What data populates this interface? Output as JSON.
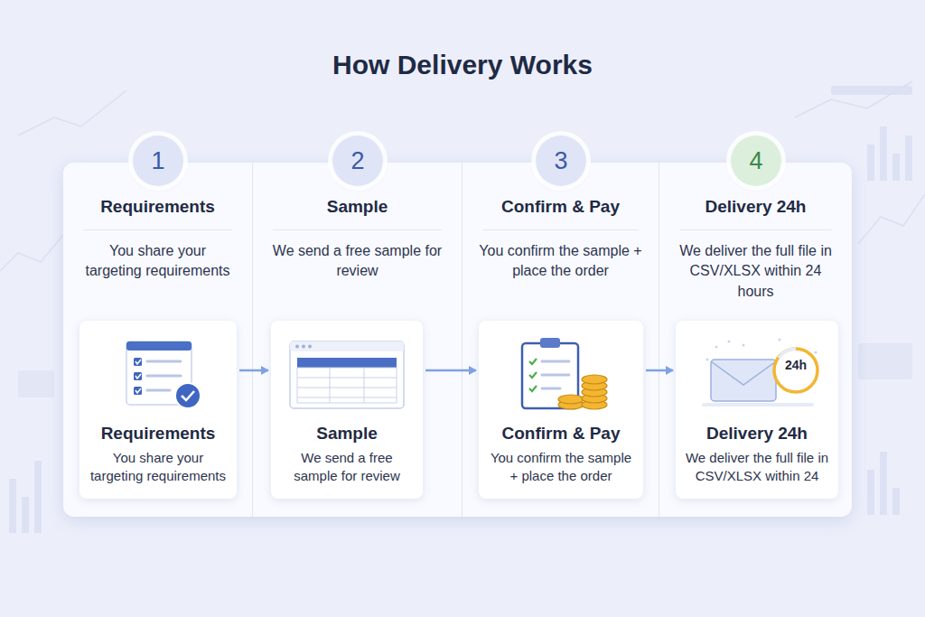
{
  "diagram": {
    "title": "How Delivery Works",
    "nodes": [
      {
        "text": [
          "Requirements",
          "You share your targeting requirements"
        ]
      },
      {
        "text": [
          "1"
        ],
        "in": 0
      },
      {
        "text": [
          "Requirements",
          "You share your targeting requirements"
        ],
        "in": 0
      },
      {
        "text": [
          "Sample",
          "We send a free sample for review"
        ]
      },
      {
        "text": [
          "2"
        ],
        "in": 3
      },
      {
        "text": [
          "Sample",
          "We send a free sample for review"
        ],
        "in": 3
      },
      {
        "text": [
          "Confirm & Pay",
          "You confirm the sample + place the order"
        ]
      },
      {
        "text": [
          "3"
        ],
        "in": 6
      },
      {
        "text": [
          "Confirm & Pay",
          "You confirm the sample + place the order"
        ],
        "in": 6
      },
      {
        "text": [
          "Delivery 24h",
          "We deliver the full file in CSV/XLSX within 24 hours"
        ]
      },
      {
        "text": [
          "4"
        ],
        "in": 9
      },
      {
        "text": [
          "Delivery 24h",
          "We deliver the full file in CSV/XLSX within 24"
        ],
        "in": 9
      }
    ],
    "edges": [
      {
        "from": 2,
        "to": 5,
        "arrow": "to"
      },
      {
        "from": 5,
        "to": 8,
        "arrow": "to"
      },
      {
        "from": 8,
        "to": 11,
        "arrow": "to"
      }
    ],
    "labels": [
      "24h"
    ]
  }
}
